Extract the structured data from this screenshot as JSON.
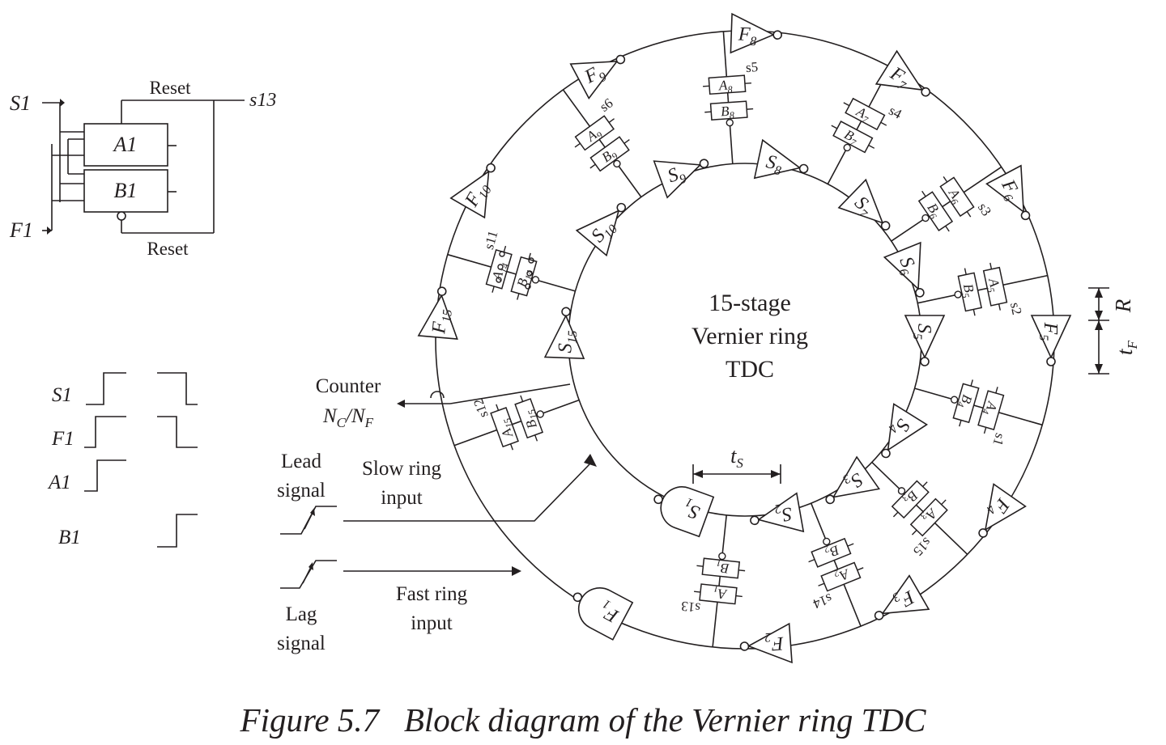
{
  "caption": "Figure 5.7   Block diagram of the Vernier ring TDC",
  "center_label": [
    "15-stage",
    "Vernier ring",
    "TDC"
  ],
  "cell_detail": {
    "inputs": [
      "S1",
      "F1"
    ],
    "output": "s13",
    "blocks": [
      "A1",
      "B1"
    ],
    "reset_top": "Reset",
    "reset_bottom": "Reset"
  },
  "waveforms": [
    "S1",
    "F1",
    "A1",
    "B1"
  ],
  "io_labels": {
    "counter": "Counter",
    "counter_ratio": "NC/NF",
    "lead": [
      "Lead",
      "signal"
    ],
    "lag": [
      "Lag",
      "signal"
    ],
    "slow_input": [
      "Slow ring",
      "input"
    ],
    "fast_input": [
      "Fast ring",
      "input"
    ]
  },
  "dimensions": {
    "ts": "tS",
    "tf": "tF",
    "r": "R"
  },
  "slow_ring_stages": [
    "S1",
    "S2",
    "S3",
    "S4",
    "S5",
    "S6",
    "S7",
    "S8",
    "S9",
    "S10",
    "S15"
  ],
  "fast_ring_stages": [
    "F1",
    "F2",
    "F3",
    "F4",
    "F5",
    "F6",
    "F7",
    "F8",
    "F9",
    "F10",
    "F15"
  ],
  "arbiters": [
    {
      "a": "A1",
      "b": "B1",
      "sig": "s13"
    },
    {
      "a": "A2",
      "b": "B2",
      "sig": "s14"
    },
    {
      "a": "A3",
      "b": "B3",
      "sig": "s15"
    },
    {
      "a": "A4",
      "b": "B4",
      "sig": "s1"
    },
    {
      "a": "A5",
      "b": "B5",
      "sig": "s2"
    },
    {
      "a": "A6",
      "b": "B6",
      "sig": "s3"
    },
    {
      "a": "A7",
      "b": "B7",
      "sig": "s4"
    },
    {
      "a": "A8",
      "b": "B8",
      "sig": "s5"
    },
    {
      "a": "A9",
      "b": "B9",
      "sig": "s6"
    },
    {
      "a": "A14",
      "b": "B14",
      "sig": "s11"
    },
    {
      "a": "A15",
      "b": "B15",
      "sig": "s12"
    }
  ]
}
